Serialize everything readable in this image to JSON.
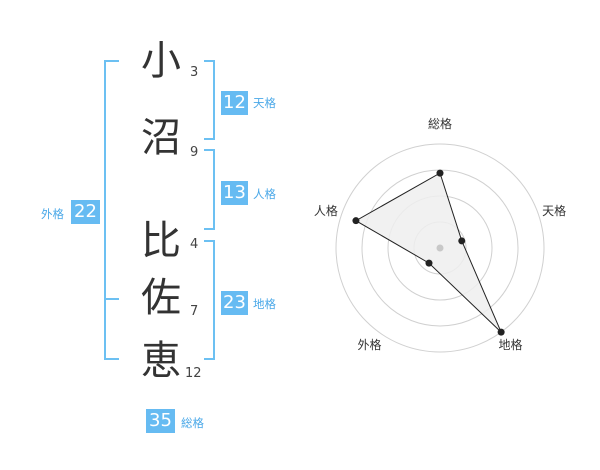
{
  "name": {
    "chars": [
      {
        "char": "小",
        "strokes": "3"
      },
      {
        "char": "沼",
        "strokes": "9"
      },
      {
        "char": "比",
        "strokes": "4"
      },
      {
        "char": "佐",
        "strokes": "7"
      },
      {
        "char": "恵",
        "strokes": "12"
      }
    ]
  },
  "badges": {
    "tenkaku": {
      "value": "12",
      "label": "天格"
    },
    "jinkaku": {
      "value": "13",
      "label": "人格"
    },
    "chikaku": {
      "value": "23",
      "label": "地格"
    },
    "gaikaku": {
      "value": "22",
      "label": "外格"
    },
    "soukaku": {
      "value": "35",
      "label": "総格"
    }
  },
  "colors": {
    "accent": "#66bbf2",
    "bracket": "#6cc0f2",
    "radar_fill": "#eeeeee",
    "radar_stroke": "#222222",
    "grid": "#d0d0d0"
  },
  "chart_data": {
    "type": "radar",
    "axes": [
      "総格",
      "天格",
      "地格",
      "外格",
      "人格"
    ],
    "values": [
      0.72,
      0.22,
      1.0,
      0.18,
      0.85
    ],
    "rmax": 1.0,
    "rings": 4,
    "grid": true
  }
}
